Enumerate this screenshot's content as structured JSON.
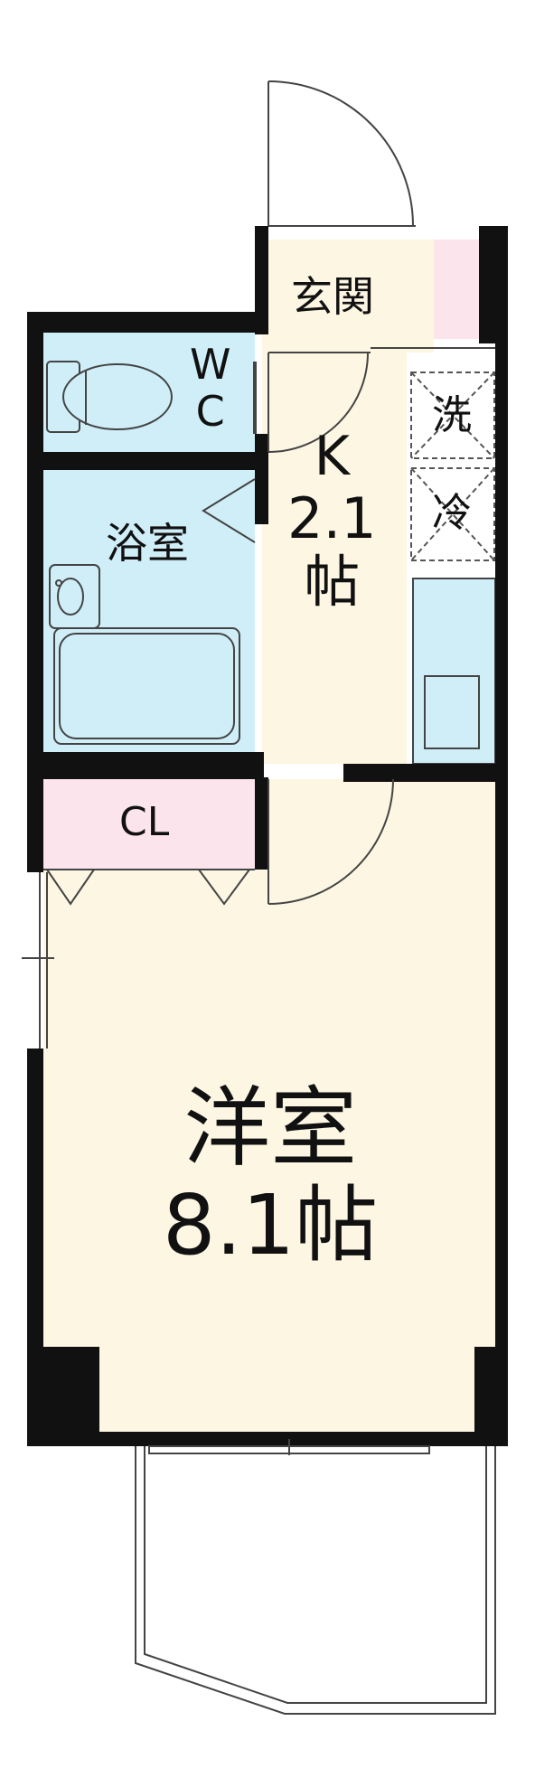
{
  "rooms": {
    "entrance": {
      "label": "玄関"
    },
    "wc": {
      "label_top": "W",
      "label_bottom": "C"
    },
    "bath": {
      "label": "浴室"
    },
    "kitchen": {
      "name": "K",
      "size": "2.1",
      "unit": "帖"
    },
    "washer": {
      "label": "洗"
    },
    "fridge": {
      "label": "冷"
    },
    "closet": {
      "label": "CL"
    },
    "western_room": {
      "name": "洋室",
      "size": "8.1帖"
    }
  },
  "colors": {
    "wall": "#111111",
    "living_floor": "#fdf6e3",
    "wet_area": "#cfeef8",
    "closet_floor": "#fce4ec",
    "line": "#444444"
  }
}
